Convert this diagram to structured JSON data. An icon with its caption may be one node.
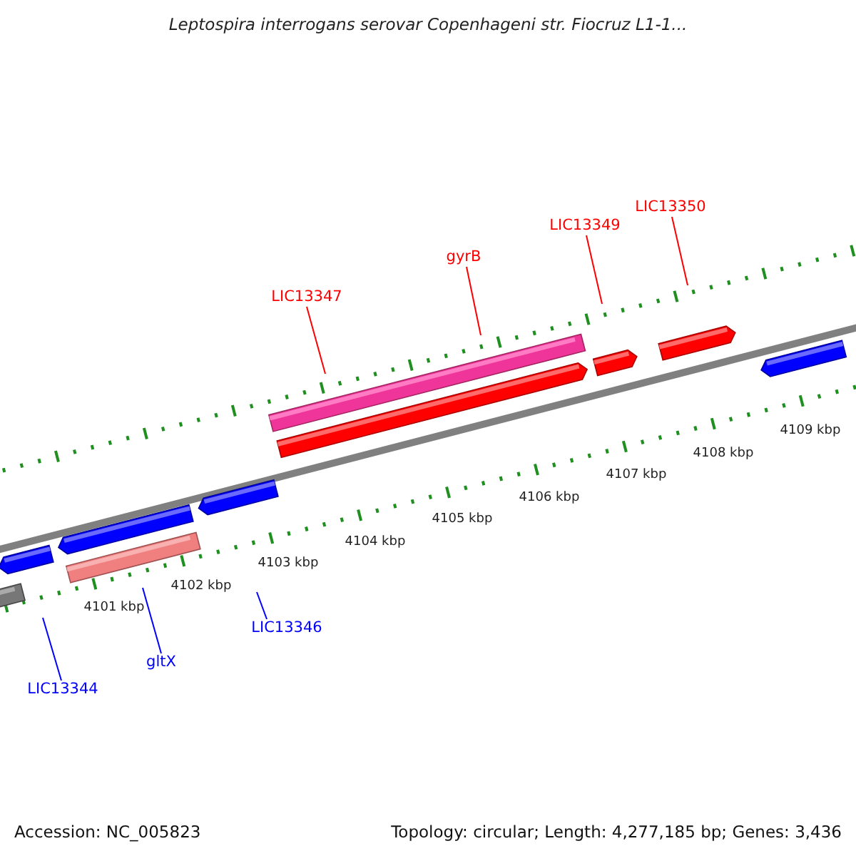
{
  "diagram": {
    "title": "Leptospira interrogans serovar Copenhageni str. Fiocruz L1-1...",
    "nodes": [
      {
        "text": [
          "LIC13350"
        ]
      },
      {
        "text": [
          "LIC13349"
        ]
      },
      {
        "text": [
          "gyrB"
        ]
      },
      {
        "text": [
          "LIC13347"
        ]
      },
      {
        "text": [
          "LIC13346"
        ]
      },
      {
        "text": [
          "gltX"
        ]
      },
      {
        "text": [
          "LIC13344"
        ]
      }
    ],
    "edges": [
      {
        "from": 0,
        "to": null,
        "arrow": "none"
      },
      {
        "from": 1,
        "to": null,
        "arrow": "none"
      },
      {
        "from": 2,
        "to": null,
        "arrow": "none"
      },
      {
        "from": 3,
        "to": null,
        "arrow": "none"
      },
      {
        "from": 4,
        "to": null,
        "arrow": "none",
        "color": "#0000ff"
      },
      {
        "from": 5,
        "to": null,
        "arrow": "none",
        "color": "#0000ff"
      },
      {
        "from": 6,
        "to": null,
        "arrow": "none",
        "color": "#0000ff"
      }
    ],
    "labels": [
      "4101 kbp",
      "4102 kbp",
      "4103 kbp",
      "4104 kbp",
      "4105 kbp",
      "4106 kbp",
      "4107 kbp",
      "4108 kbp",
      "4109 kbp",
      "Accession: NC_005823",
      "Topology: circular; Length: 4,277,185 bp; Genes: 3,436"
    ]
  }
}
